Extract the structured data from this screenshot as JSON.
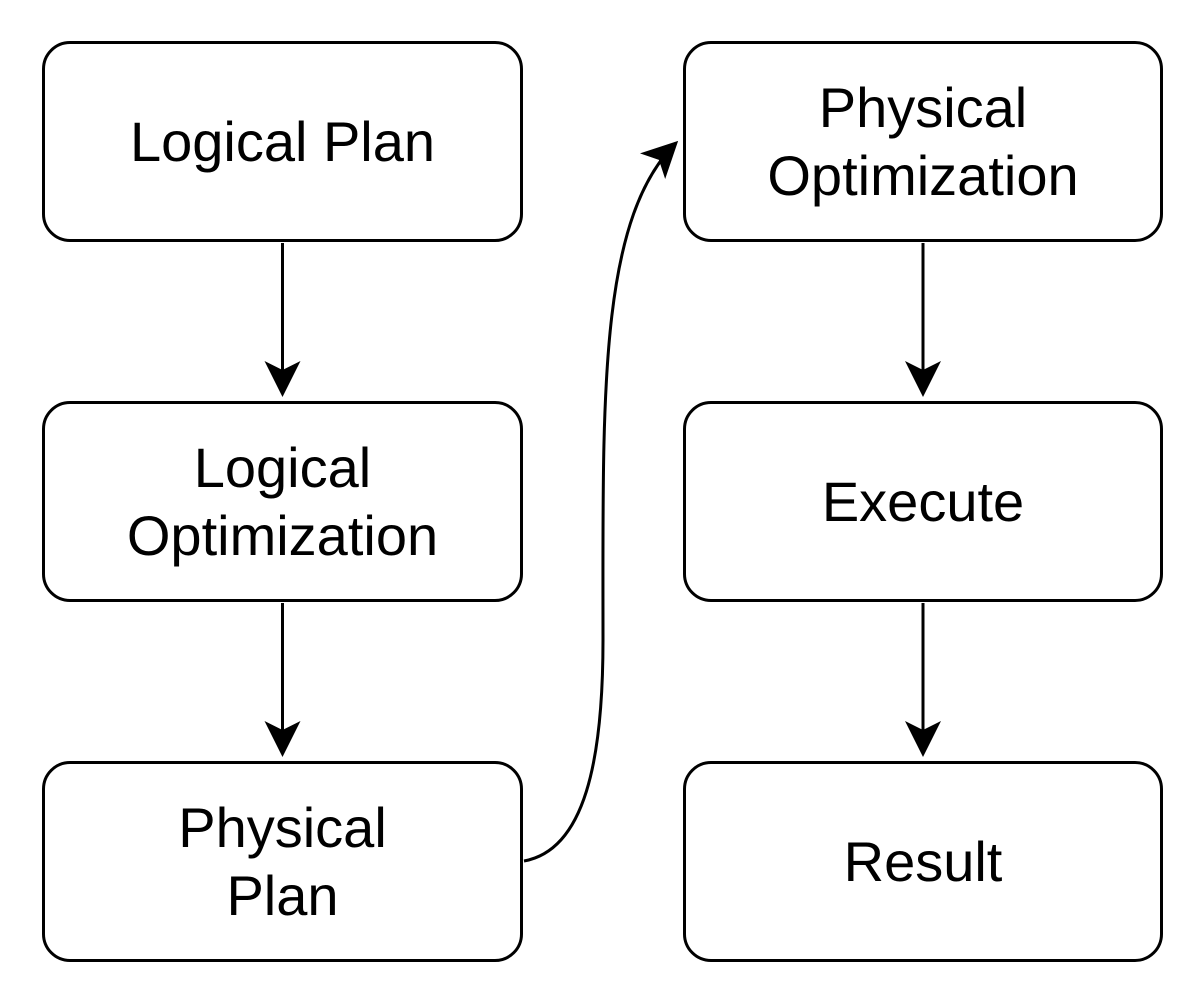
{
  "diagram": {
    "background_color": "#ffffff",
    "stroke_color": "#000000",
    "text_color": "#000000",
    "nodes": [
      {
        "id": "logical-plan",
        "label": "Logical Plan"
      },
      {
        "id": "logical-optimization",
        "label": "Logical\nOptimization"
      },
      {
        "id": "physical-plan",
        "label": "Physical\nPlan"
      },
      {
        "id": "physical-optimization",
        "label": "Physical\nOptimization"
      },
      {
        "id": "execute",
        "label": "Execute"
      },
      {
        "id": "result",
        "label": "Result"
      }
    ],
    "edges": [
      {
        "from": "logical-plan",
        "to": "logical-optimization",
        "style": "straight-down"
      },
      {
        "from": "logical-optimization",
        "to": "physical-plan",
        "style": "straight-down"
      },
      {
        "from": "physical-plan",
        "to": "physical-optimization",
        "style": "curved-right-up"
      },
      {
        "from": "physical-optimization",
        "to": "execute",
        "style": "straight-down"
      },
      {
        "from": "execute",
        "to": "result",
        "style": "straight-down"
      }
    ]
  }
}
